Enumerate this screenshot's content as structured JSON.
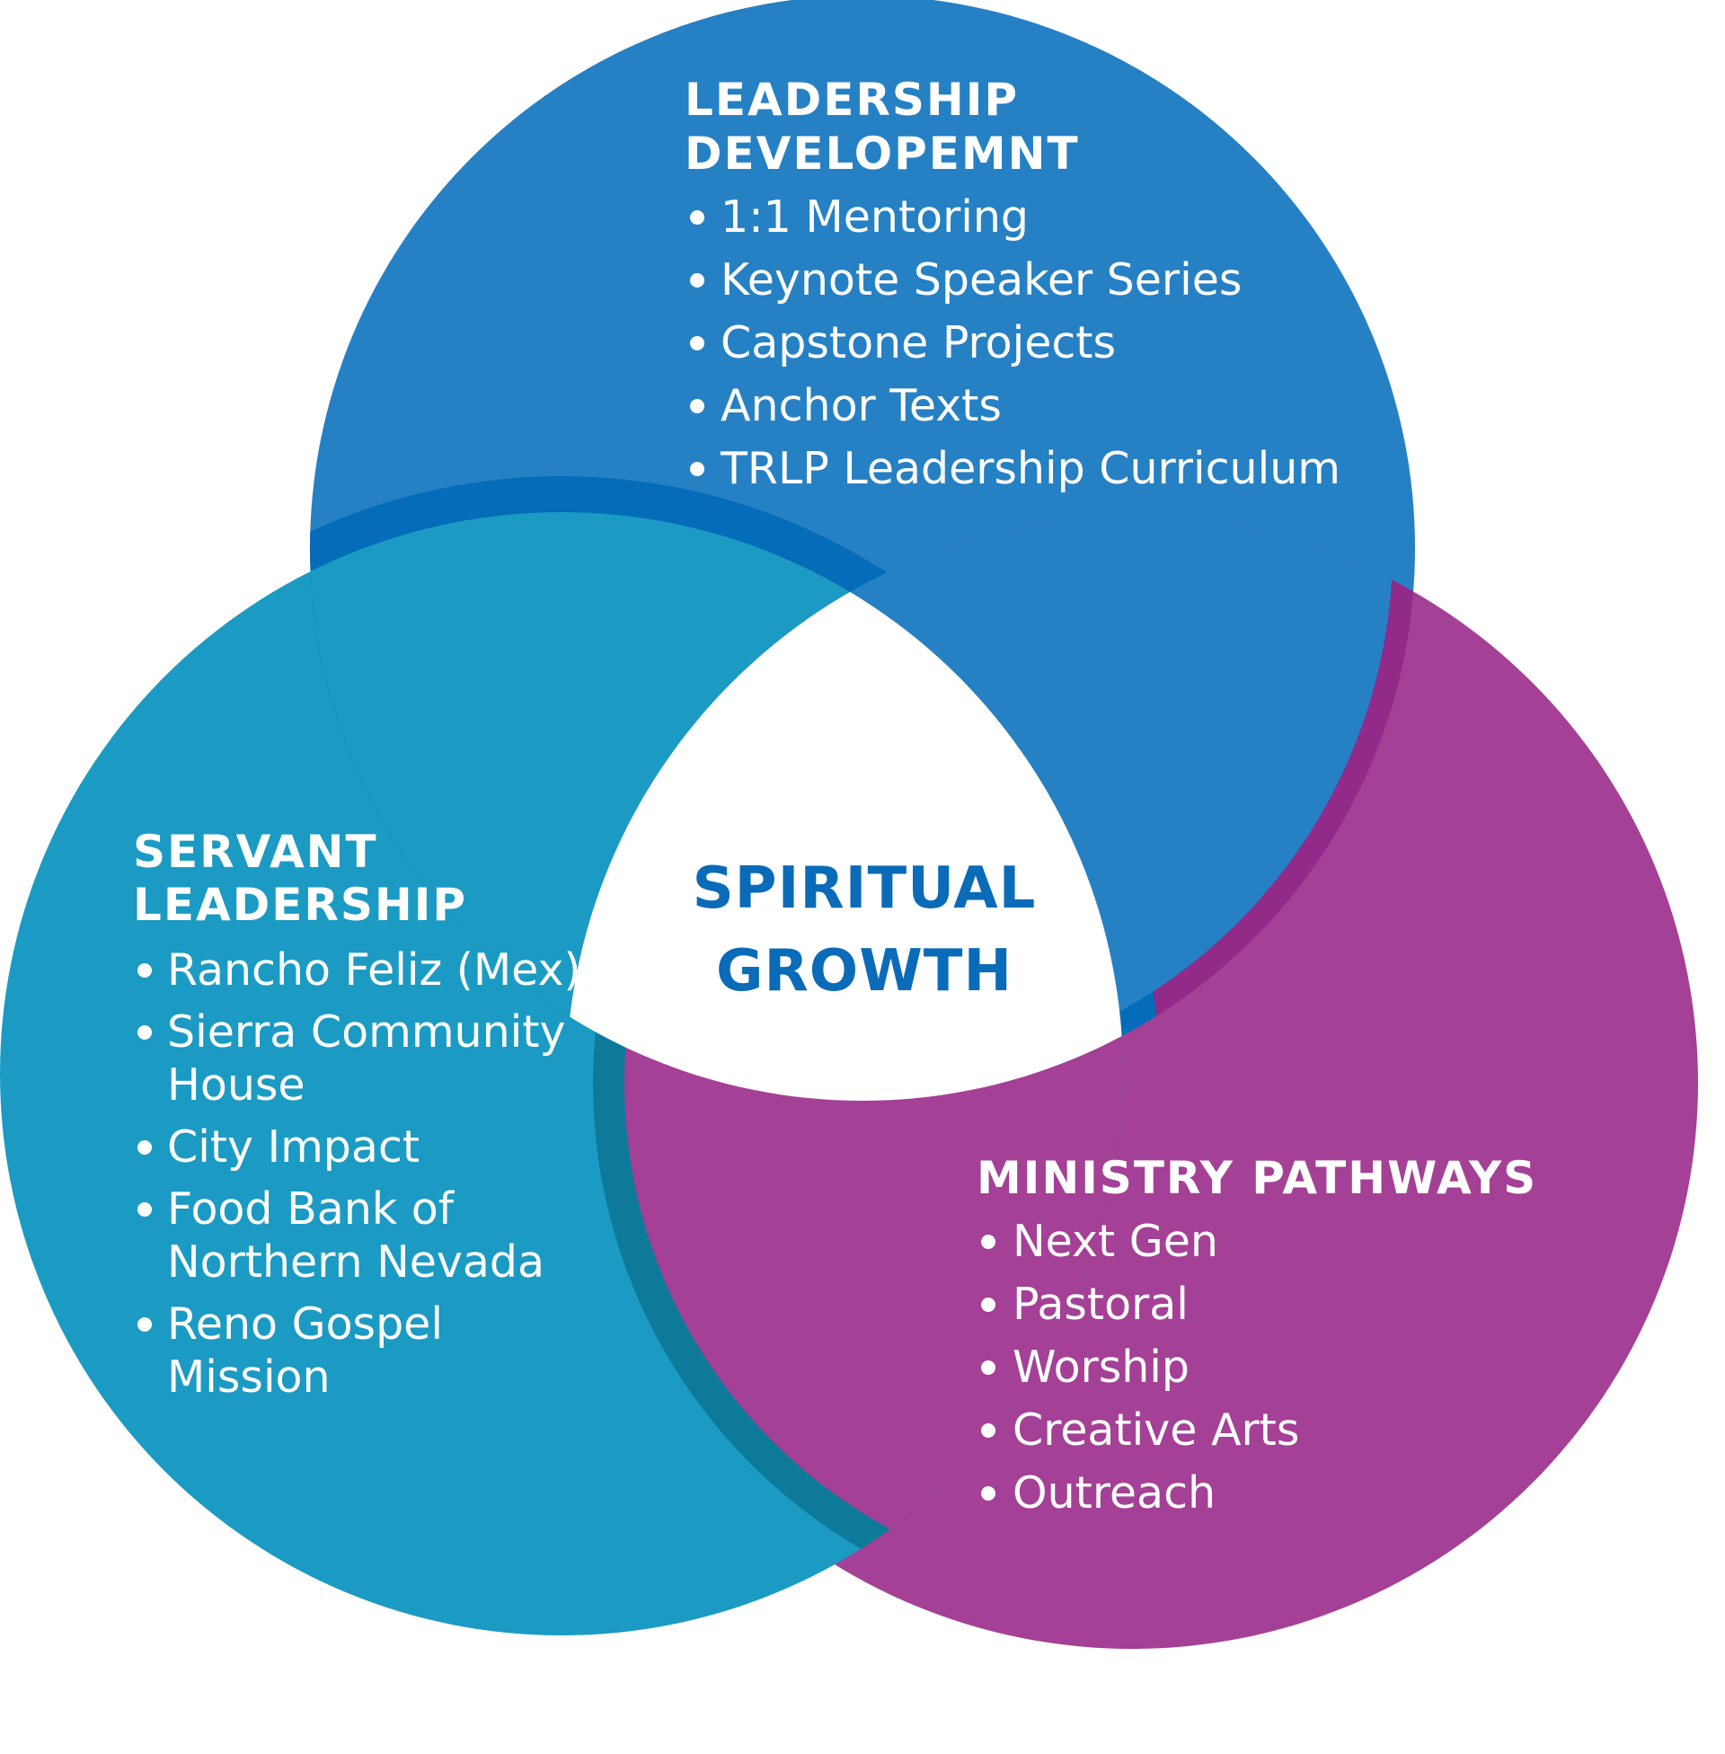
{
  "colors": {
    "leadership": "#2680c4",
    "leadership_shade": "#046cb8",
    "servant": "#1b9bc3",
    "servant_shade": "#0e7a99",
    "ministry": "#a44095",
    "ministry_shade": "#912a89",
    "center_fill": "#ffffff",
    "center_text": "#0a6bb8"
  },
  "leadership": {
    "title_line1": "LEADERSHIP",
    "title_line2": "DEVELOPEMNT",
    "items": [
      "1:1 Mentoring",
      "Keynote Speaker Series",
      "Capstone Projects",
      "Anchor Texts",
      "TRLP Leadership Curriculum"
    ]
  },
  "servant": {
    "title_line1": "SERVANT",
    "title_line2": "LEADERSHIP",
    "items": [
      [
        "Rancho Feliz (Mex)"
      ],
      [
        "Sierra Community",
        "House"
      ],
      [
        "City Impact"
      ],
      [
        "Food Bank of",
        "Northern Nevada"
      ],
      [
        "Reno Gospel",
        "Mission"
      ]
    ]
  },
  "ministry": {
    "title": "MINISTRY PATHWAYS",
    "items": [
      "Next Gen",
      "Pastoral",
      "Worship",
      "Creative Arts",
      "Outreach"
    ]
  },
  "center": {
    "line1": "SPIRITUAL",
    "line2": "GROWTH"
  }
}
